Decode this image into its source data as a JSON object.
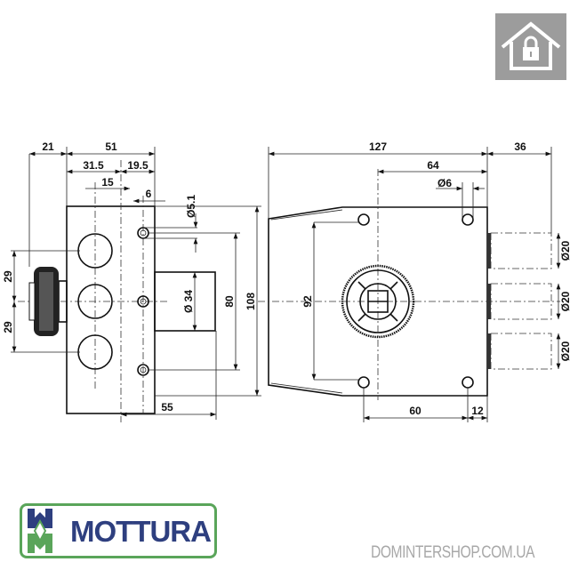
{
  "left_view": {
    "dims": {
      "d21": "21",
      "d51": "51",
      "d31_5": "31.5",
      "d19_5": "19.5",
      "d15": "15",
      "d6": "6",
      "d5_1": "Ø5.1",
      "d34": "Ø 34",
      "d80": "80",
      "d108": "108",
      "d29a": "29",
      "d29b": "29",
      "d55": "55"
    }
  },
  "right_view": {
    "dims": {
      "d127": "127",
      "d36": "36",
      "d64": "64",
      "d6": "Ø6",
      "d92": "92",
      "d108": "108",
      "d60": "60",
      "d12": "12",
      "d20a": "Ø20",
      "d20b": "Ø20",
      "d20c": "Ø20"
    }
  },
  "brand": {
    "name": "MOTTURA",
    "watermark": "DOMINTERSHOP.COM.UA"
  },
  "icons": {
    "top_right": "home-lock-icon"
  },
  "colors": {
    "brand_blue": "#2e3f7f",
    "brand_green": "#5aa55a",
    "watermark": "#a8a8a8"
  }
}
